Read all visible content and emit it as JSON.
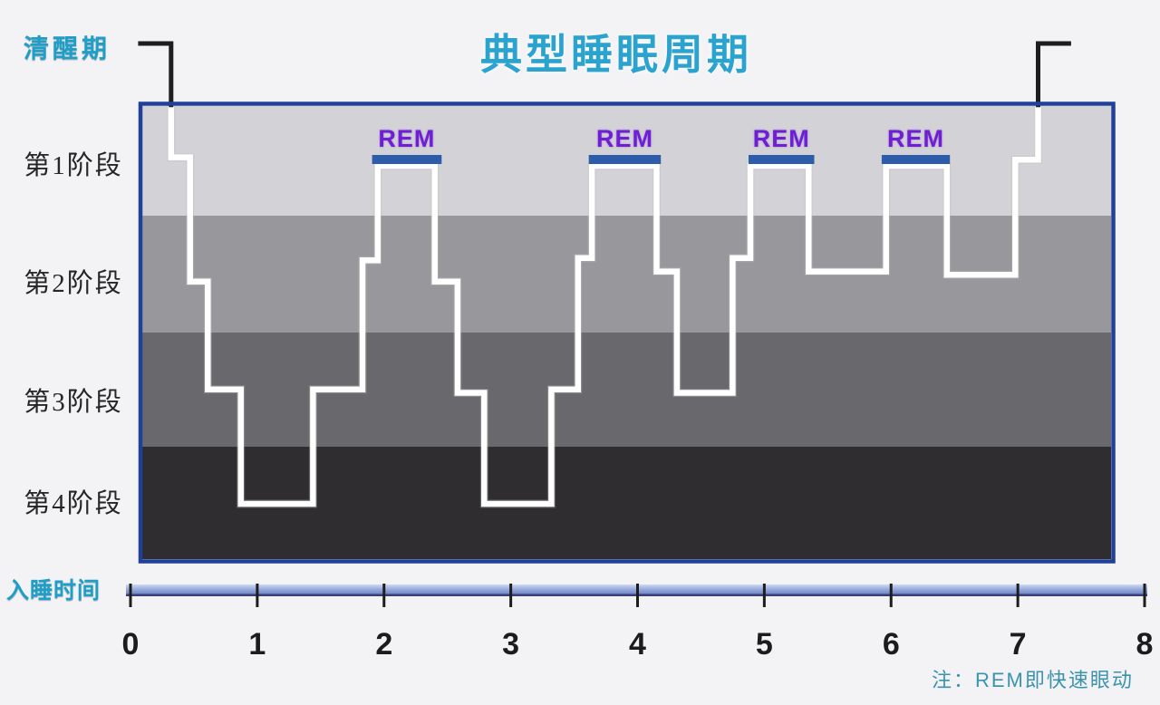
{
  "title": {
    "text": "典型睡眠周期"
  },
  "labels": {
    "awake": "清醒期",
    "sleep_onset": "入睡时间",
    "note": "注：REM即快速眼动",
    "rem": "REM",
    "stages": [
      "第1阶段",
      "第2阶段",
      "第3阶段",
      "第4阶段"
    ]
  },
  "colors": {
    "background": "#f3f2f5",
    "title": "#2ba3cf",
    "cyan_labels": "#1f9fc6",
    "note": "#3b93ae",
    "rem_text": "#6e1fd4",
    "rem_bar": "#2d5cab",
    "frame_border": "#20409a",
    "sleep_line": "#ffffff",
    "awake_line": "#1d1d1d",
    "tick": "#1d1d1d",
    "tick_number": "#1c1c1c",
    "stage_label": "#262626",
    "bands": [
      "#d3d2d6",
      "#98979b",
      "#69686c",
      "#2f2d30"
    ],
    "axis_bar_top": "#cdd8f4",
    "axis_bar_mid": "#93a7d9",
    "axis_bar_bottom": "#5d76b9",
    "axis_bar_edge": "#2e2e66"
  },
  "chart_data": {
    "type": "line",
    "subtype": "step-hypnogram",
    "title": "典型睡眠周期",
    "xlabel": "入睡时间",
    "x_unit": "hours",
    "x_range": [
      0,
      8
    ],
    "x_axis": {
      "ticks": [
        0,
        1,
        2,
        3,
        4,
        5,
        6,
        7,
        8
      ]
    },
    "y_axis": {
      "categories": [
        "清醒期",
        "第1阶段",
        "第2阶段",
        "第3阶段",
        "第4阶段"
      ],
      "note": "depth level 0=awake, 1..4 = sleep stages 1..4"
    },
    "legend": "none",
    "grid": "off",
    "annotation": "注：REM即快速眼动",
    "rem_periods": [
      {
        "start": 1.92,
        "end": 2.44
      },
      {
        "start": 3.63,
        "end": 4.17
      },
      {
        "start": 4.89,
        "end": 5.38
      },
      {
        "start": 5.94,
        "end": 6.45
      }
    ],
    "awake_line_left": [
      [
        0.06,
        0.0
      ],
      [
        0.32,
        0.0
      ],
      [
        0.32,
        0.52
      ]
    ],
    "awake_line_right": [
      [
        7.16,
        0.52
      ],
      [
        7.16,
        0.0
      ],
      [
        7.42,
        0.0
      ]
    ],
    "sleep_line": [
      [
        0.32,
        0.5
      ],
      [
        0.32,
        0.93
      ],
      [
        0.47,
        0.93
      ],
      [
        0.47,
        2.03
      ],
      [
        0.61,
        2.03
      ],
      [
        0.61,
        2.99
      ],
      [
        0.87,
        2.99
      ],
      [
        0.87,
        4.0
      ],
      [
        1.44,
        4.0
      ],
      [
        1.44,
        2.99
      ],
      [
        1.83,
        2.99
      ],
      [
        1.83,
        1.84
      ],
      [
        1.95,
        1.84
      ],
      [
        1.95,
        1.0
      ],
      [
        2.4,
        1.0
      ],
      [
        2.4,
        2.03
      ],
      [
        2.58,
        2.03
      ],
      [
        2.58,
        3.02
      ],
      [
        2.79,
        3.02
      ],
      [
        2.79,
        4.0
      ],
      [
        3.32,
        4.0
      ],
      [
        3.32,
        2.99
      ],
      [
        3.53,
        2.99
      ],
      [
        3.53,
        1.82
      ],
      [
        3.64,
        1.82
      ],
      [
        3.64,
        1.0
      ],
      [
        4.15,
        1.0
      ],
      [
        4.15,
        1.94
      ],
      [
        4.31,
        1.94
      ],
      [
        4.31,
        3.02
      ],
      [
        4.75,
        3.02
      ],
      [
        4.75,
        1.82
      ],
      [
        4.89,
        1.82
      ],
      [
        4.89,
        1.0
      ],
      [
        5.35,
        1.0
      ],
      [
        5.35,
        1.94
      ],
      [
        5.96,
        1.94
      ],
      [
        5.96,
        1.0
      ],
      [
        6.44,
        1.0
      ],
      [
        6.44,
        1.97
      ],
      [
        6.98,
        1.97
      ],
      [
        6.98,
        0.95
      ],
      [
        7.16,
        0.95
      ],
      [
        7.16,
        0.5
      ]
    ]
  }
}
